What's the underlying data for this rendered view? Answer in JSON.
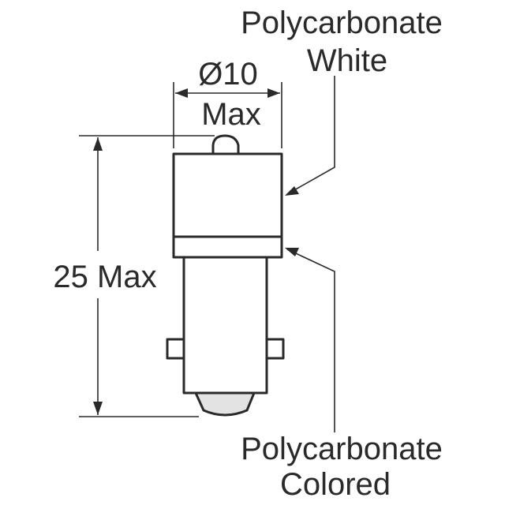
{
  "labels": {
    "diameter": "Ø10",
    "diameter_suffix": "Max",
    "height": "25 Max",
    "top_material_line1": "Polycarbonate",
    "top_material_line2": "White",
    "bottom_material_line1": "Polycarbonate",
    "bottom_material_line2": "Colored"
  },
  "colors": {
    "line": "#2a2a2a",
    "background": "#ffffff",
    "lens_tip": "#e3e3e3"
  }
}
